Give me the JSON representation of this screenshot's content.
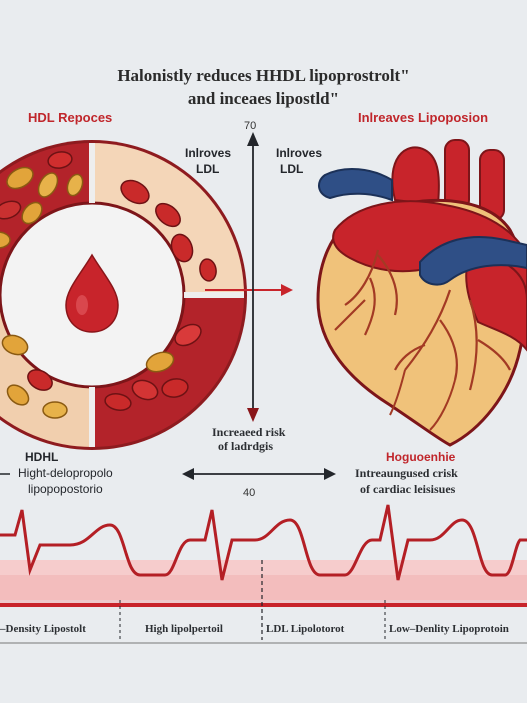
{
  "title": {
    "line1": "Halonistly reduces HHDL lipoprostrolt\"",
    "line2": "and inceaes lipostld\""
  },
  "labels": {
    "hdl_repoces": "HDL Repoces",
    "inlreaves_lipoposion": "Inlreaves Lipoposion",
    "axis_top_value": "70",
    "axis_bottom_value": "40",
    "left_inlroves": "Inlroves",
    "left_ldl": "LDL",
    "right_inlroves": "Inlroves",
    "right_ldl": "LDL",
    "increased_risk_1": "Increaeed risk",
    "increased_risk_2": "of ladrdgis",
    "hdhl": "HDHL",
    "high_density_1": "Hight-delopropolo",
    "high_density_2": "lipopopostorio",
    "hogueenhie": "Hoguoenhie",
    "cardiac_1": "Intreaungused crisk",
    "cardiac_2": "of cardiac leisisues"
  },
  "bottom_labels": {
    "low_density": "–Density Lipostolt",
    "high_lipo": "High lipolpertoil",
    "ldl_lipo": "LDL Lipolotorot",
    "low_density_right": "Low–Denlity Lipoprotoin"
  },
  "icons": {
    "blood_drop": "blood-drop-icon",
    "heart": "heart-icon",
    "blood_ring": "blood-cell-ring"
  },
  "colors": {
    "background": "#e9ecef",
    "red": "#c8242b",
    "dark_red": "#7d1519",
    "yellow_cell": "#e2a43a",
    "heart_body": "#f0c27a",
    "vein_blue": "#2f4f86",
    "navy": "#23262b"
  }
}
